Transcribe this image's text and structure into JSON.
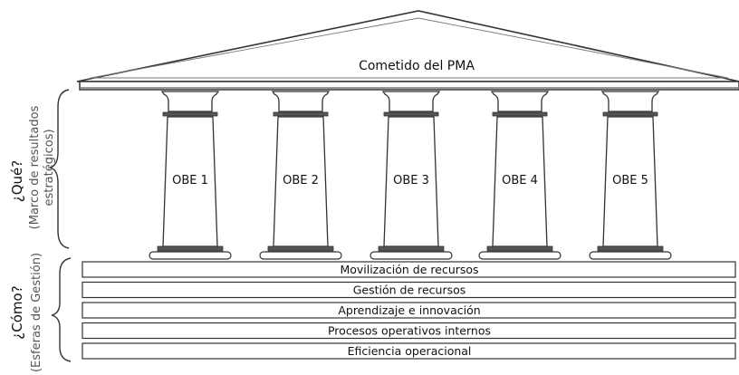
{
  "roof": {
    "title": "Cometido del PMA"
  },
  "pillars": [
    {
      "label": "OBE 1"
    },
    {
      "label": "OBE 2"
    },
    {
      "label": "OBE 3"
    },
    {
      "label": "OBE 4"
    },
    {
      "label": "OBE 5"
    }
  ],
  "foundation": {
    "layers": [
      {
        "label": "Movilización de recursos"
      },
      {
        "label": "Gestión de recursos"
      },
      {
        "label": "Aprendizaje e innovación"
      },
      {
        "label": "Procesos operativos internos"
      },
      {
        "label": "Eficiencia operacional"
      }
    ]
  },
  "side_labels": {
    "what": {
      "question": "¿Qué?",
      "description_line1": "(Marco de resultados",
      "description_line2": "estratégicos)"
    },
    "how": {
      "question": "¿Cómo?",
      "description": "(Esferas de Gestión)"
    }
  },
  "colors": {
    "stroke": "#3a3a3a",
    "pillar_fill": "#ffffff",
    "band_dark": "#555555"
  }
}
